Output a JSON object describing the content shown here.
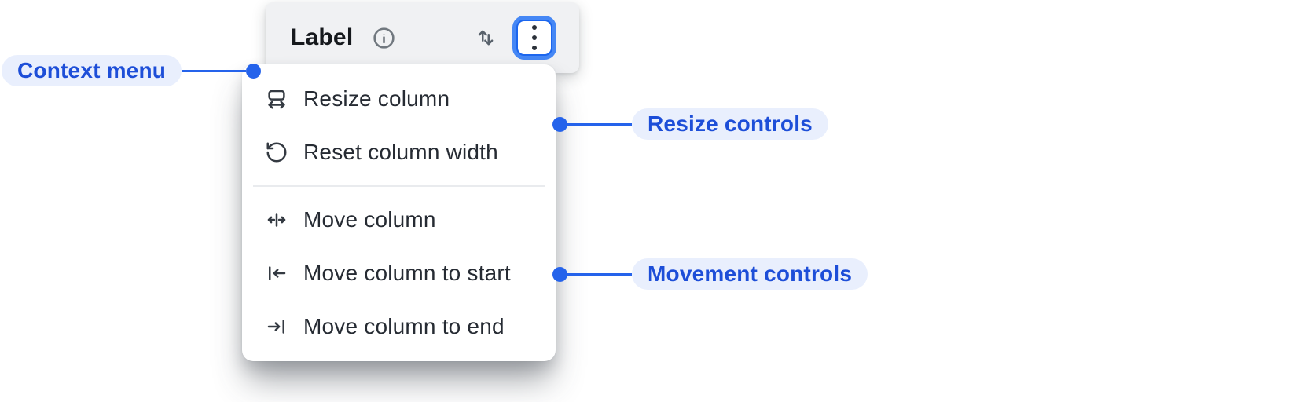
{
  "colors": {
    "accent_text_blue": "#1d4ed8",
    "connector_blue": "#2563eb",
    "annotation_pill_bg": "#e9effd",
    "focus_ring_blue": "#4587f5",
    "header_bg": "#f0f1f3",
    "menu_bg": "#ffffff",
    "menu_text": "#262b33"
  },
  "column_header": {
    "title": "Label",
    "info_icon": "info-circle-icon",
    "sort_icon": "sort-arrows-icon",
    "menu_button_icon": "kebab-vertical-icon",
    "menu_button_state": "focused"
  },
  "context_menu": {
    "items": [
      {
        "icon": "resize-horizontal-icon",
        "label": "Resize column",
        "group": "resize"
      },
      {
        "icon": "rotate-ccw-icon",
        "label": "Reset column width",
        "group": "resize"
      },
      {
        "icon": "move-horizontal-icon",
        "label": "Move column",
        "group": "movement"
      },
      {
        "icon": "move-to-start-icon",
        "label": "Move column to start",
        "group": "movement"
      },
      {
        "icon": "move-to-end-icon",
        "label": "Move column to end",
        "group": "movement"
      }
    ]
  },
  "annotations": {
    "context_menu": {
      "label": "Context menu"
    },
    "resize_controls": {
      "label": "Resize controls"
    },
    "movement_controls": {
      "label": "Movement controls"
    }
  }
}
